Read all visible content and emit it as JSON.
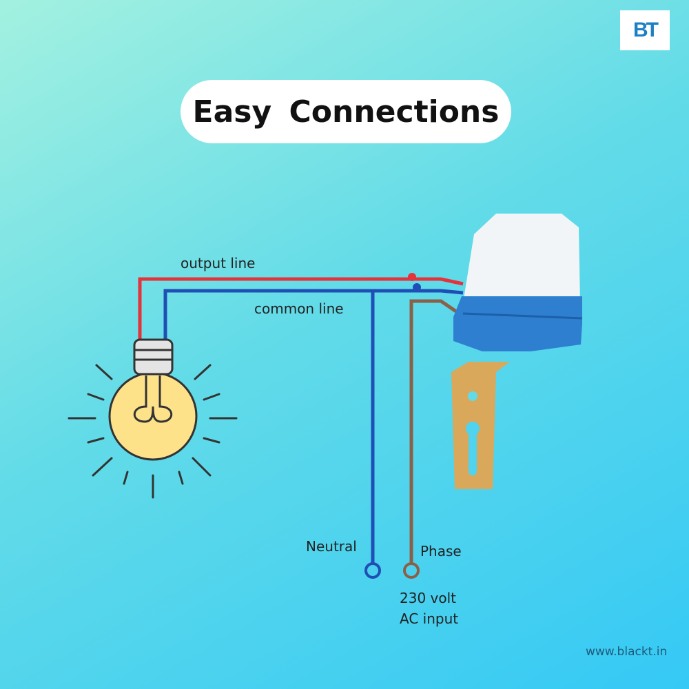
{
  "logo": {
    "text": "BT"
  },
  "title": "Easy  Connections",
  "labels": {
    "output": "output line",
    "common": "common line",
    "neutral": "Neutral",
    "phase": "Phase",
    "input1": "230 volt",
    "input2": "AC input"
  },
  "website": "www.blackt.in",
  "colors": {
    "output_wire": "#e5333b",
    "common_wire": "#1f4fb5",
    "phase_wire": "#8a6148",
    "bulb": "#fde28a"
  }
}
